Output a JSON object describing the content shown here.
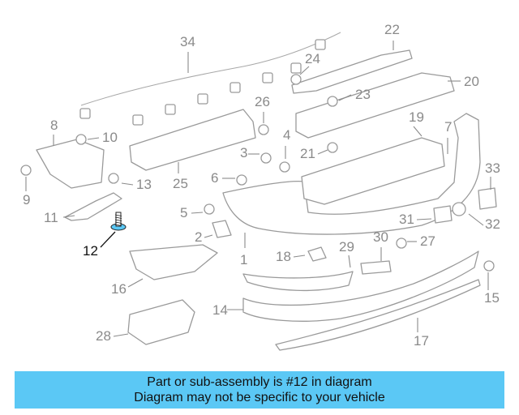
{
  "diagram": {
    "highlighted_part": "12",
    "accent_color": "#5bc8f5",
    "callouts": [
      "1",
      "2",
      "3",
      "4",
      "5",
      "6",
      "7",
      "8",
      "9",
      "10",
      "11",
      "12",
      "13",
      "14",
      "15",
      "16",
      "17",
      "18",
      "19",
      "20",
      "21",
      "22",
      "23",
      "24",
      "25",
      "26",
      "27",
      "28",
      "29",
      "30",
      "31",
      "32",
      "33",
      "34"
    ]
  },
  "banner": {
    "line1": "Part or sub-assembly is #12 in diagram",
    "line2": "Diagram may not be specific to your vehicle"
  }
}
